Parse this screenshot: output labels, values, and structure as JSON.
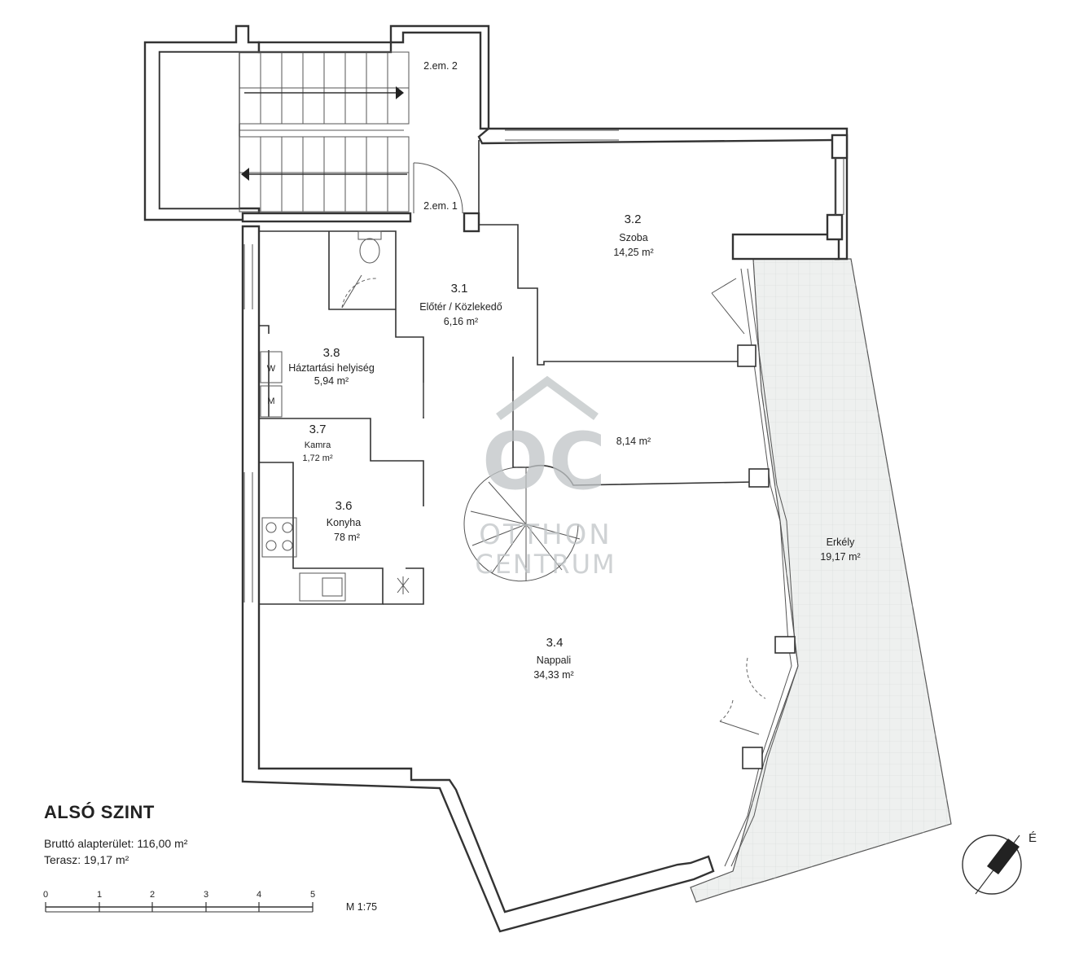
{
  "title": "ALSÓ SZINT",
  "gross_area": "Bruttó alapterület: 116,00 m²",
  "terrace_area": "Terasz: 19,17 m²",
  "scale": {
    "ticks": [
      "0",
      "1",
      "2",
      "3",
      "4",
      "5"
    ],
    "label": "M 1:75"
  },
  "north_label": "É",
  "watermark": {
    "monogram": "OC",
    "line1": "OTTHON",
    "line2": "CENTRUM"
  },
  "rooms": {
    "stair2": {
      "name": "2.em. 2"
    },
    "stair1": {
      "name": "2.em. 1"
    },
    "r31": {
      "num": "3.1",
      "name": "Előtér / Közlekedő",
      "area": "6,16 m²"
    },
    "r32": {
      "num": "3.2",
      "name": "Szoba",
      "area": "14,25 m²"
    },
    "r33": {
      "area": "8,14 m²"
    },
    "r34": {
      "num": "3.4",
      "name": "Nappali",
      "area": "34,33 m²"
    },
    "r36": {
      "num": "3.6",
      "name": "Konyha",
      "area": "78 m²"
    },
    "r37": {
      "num": "3.7",
      "name": "Kamra",
      "area": "1,72 m²"
    },
    "r38": {
      "num": "3.8",
      "name": "Háztartási helyiség",
      "area": "5,94 m²"
    },
    "balcony": {
      "name": "Erkély",
      "area": "19,17 m²"
    }
  },
  "appliances": {
    "washer": "W",
    "dryer": "M"
  }
}
